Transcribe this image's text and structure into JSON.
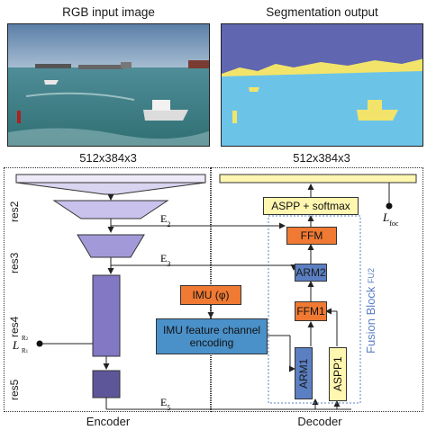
{
  "panels": {
    "rgb_title": "RGB input image",
    "seg_title": "Segmentation output"
  },
  "dims": {
    "input": "512x384x3",
    "output": "512x384x3"
  },
  "encoder": {
    "label": "Encoder",
    "res": [
      "res2",
      "res3",
      "res4",
      "res5"
    ],
    "skip_labels": [
      "E",
      "E",
      "E"
    ],
    "skip_subs": [
      "2",
      "3",
      "5"
    ],
    "loss_main": "L",
    "loss_sub": "R",
    "loss_sub2": "1",
    "loss_sup": "R",
    "loss_sup2": "2"
  },
  "decoder": {
    "label": "Decoder",
    "aspp_softmax": "ASPP + softmax",
    "ffm_top": "FFM",
    "arm2": "ARM2",
    "ffm1": "FFM1",
    "arm1": "ARM1",
    "aspp1": "ASPP1",
    "loss": "L",
    "loss_sub": "foc"
  },
  "imu": {
    "imu_label": "IMU (φ)",
    "encoding_label": "IMU feature channel encoding"
  },
  "fusion": {
    "title": "Fusion Block",
    "sub": "FU2"
  },
  "colors": {
    "orange": "#f07a33",
    "yellow": "#fff6b0",
    "blue": "#4a90c9",
    "encoder_purple": "#8278c4",
    "fusion_blue": "#5b7fc2"
  }
}
